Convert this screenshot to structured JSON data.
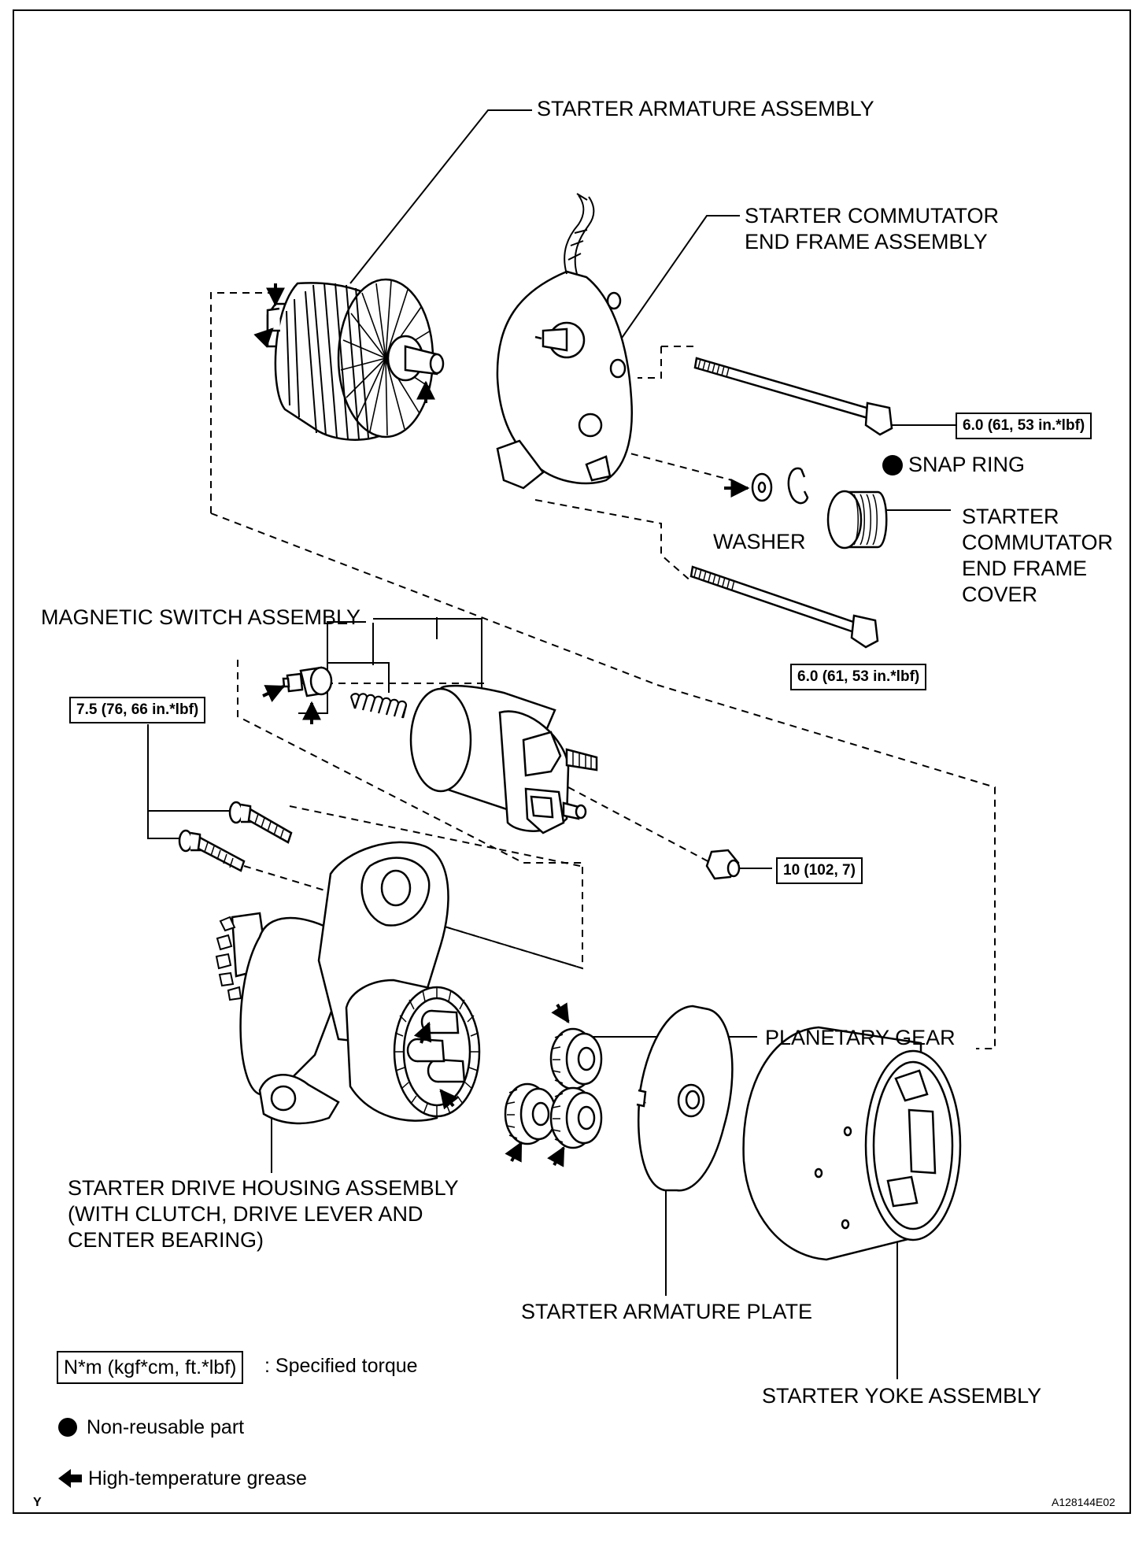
{
  "labels": {
    "armature_assembly": "STARTER ARMATURE ASSEMBLY",
    "commutator_end_frame": "STARTER COMMUTATOR\nEND FRAME ASSEMBLY",
    "snap_ring": "SNAP RING",
    "washer": "WASHER",
    "end_frame_cover": "STARTER\nCOMMUTATOR\nEND FRAME\nCOVER",
    "magnetic_switch": "MAGNETIC SWITCH ASSEMBLY",
    "planetary_gear": "PLANETARY GEAR",
    "drive_housing": "STARTER DRIVE HOUSING ASSEMBLY\n(WITH CLUTCH, DRIVE LEVER AND\nCENTER BEARING)",
    "armature_plate": "STARTER ARMATURE PLATE",
    "yoke_assembly": "STARTER YOKE ASSEMBLY"
  },
  "torques": {
    "through_bolt_upper": "6.0 (61, 53 in.*lbf)",
    "through_bolt_lower": "6.0 (61, 53 in.*lbf)",
    "housing_bolts": "7.5 (76, 66 in.*lbf)",
    "terminal_nut": "10 (102, 7)"
  },
  "legend": {
    "torque_box": "N*m (kgf*cm, ft.*lbf)",
    "torque_text": ": Specified torque",
    "non_reusable": "Non-reusable part",
    "grease": "High-temperature grease"
  },
  "footer": {
    "corner_letter": "Y",
    "figure_code": "A128144E02"
  }
}
